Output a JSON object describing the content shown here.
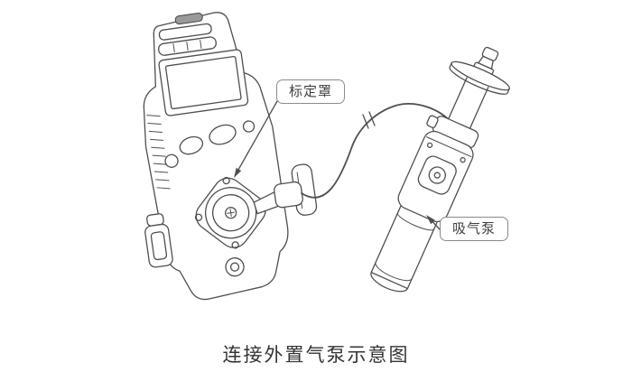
{
  "labels": {
    "calibration_cap": "标定罩",
    "suction_pump": "吸气泵"
  },
  "caption": "连接外置气泵示意图",
  "colors": {
    "line": "#4f4f4f",
    "caption": "#333333",
    "label_border": "#8a8a8a",
    "background": "#ffffff"
  }
}
